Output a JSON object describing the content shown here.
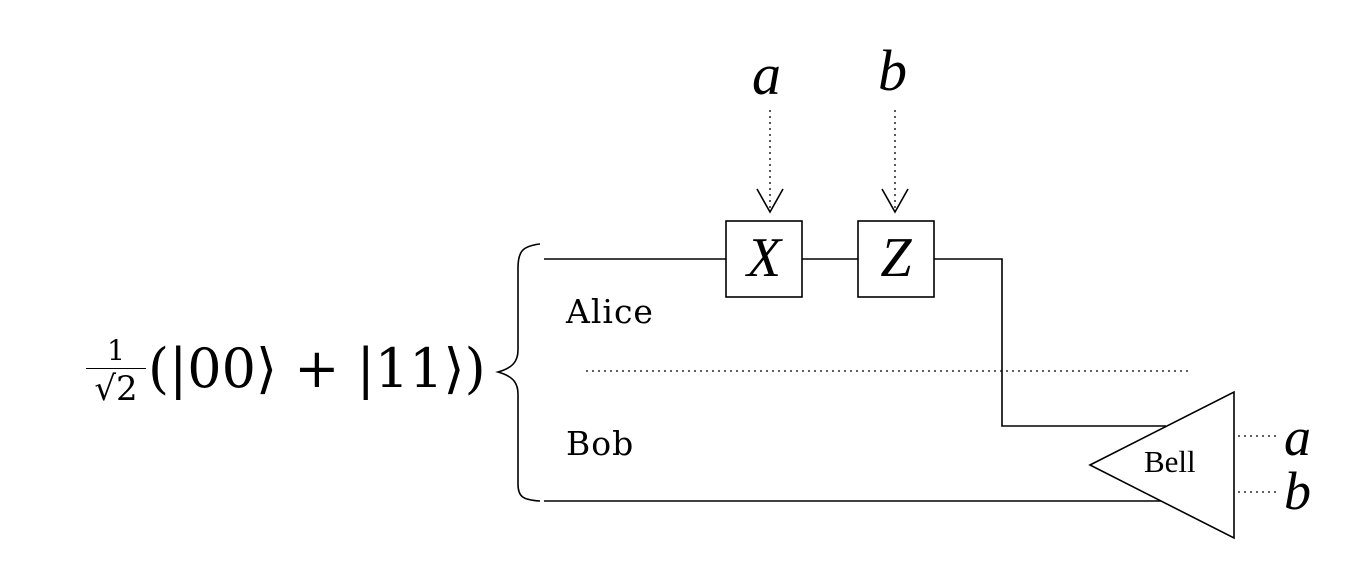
{
  "diagram": {
    "state": {
      "fraction_numerator": "1",
      "fraction_denominator": "√2",
      "ket_expression": "(|00⟩ + |11⟩)"
    },
    "party_labels": {
      "alice": "Alice",
      "bob": "Bob"
    },
    "classical_inputs": {
      "a": "a",
      "b": "b"
    },
    "gates": {
      "x_gate": "X",
      "z_gate": "Z"
    },
    "measurement": {
      "label": "Bell"
    },
    "outputs": {
      "a": "a",
      "b": "b"
    }
  }
}
